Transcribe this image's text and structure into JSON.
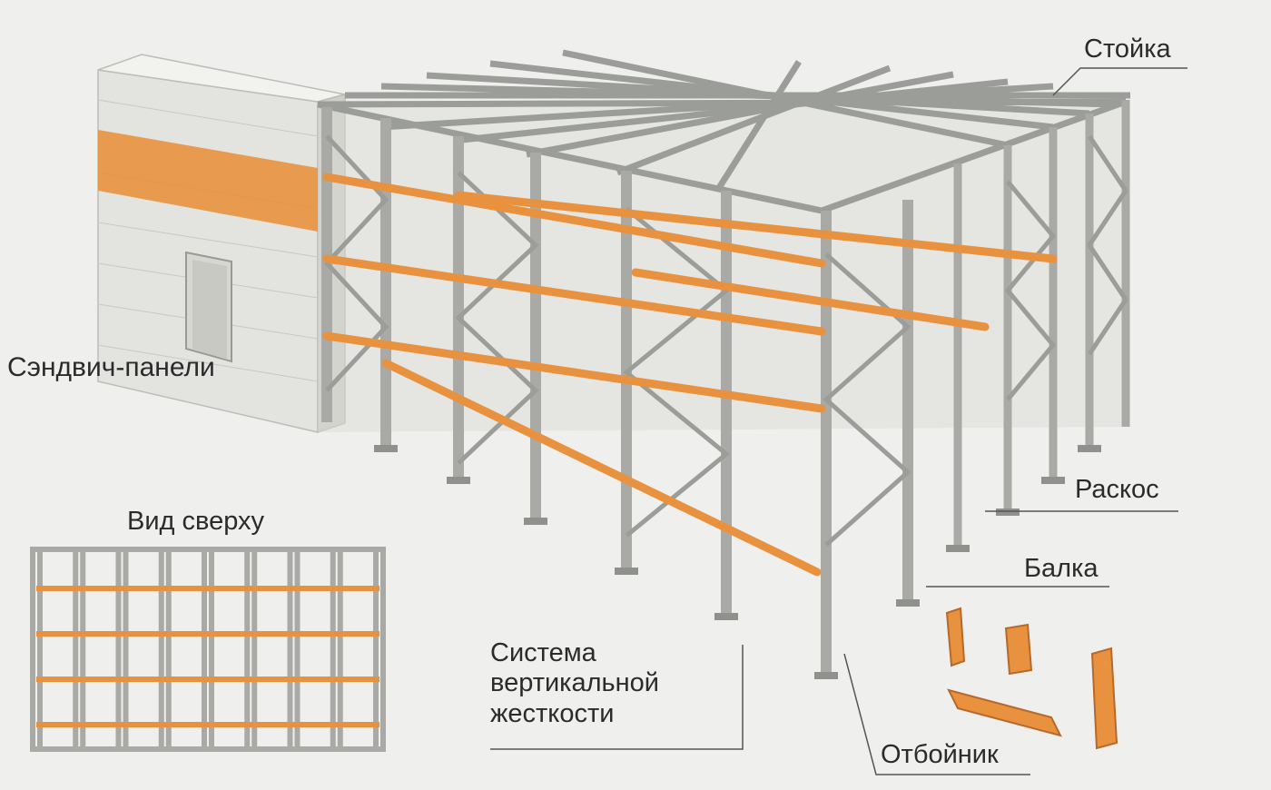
{
  "labels": {
    "stoika": "Стойка",
    "sandwich": "Сэндвич-панели",
    "raskos": "Раскос",
    "balka": "Балка",
    "system_line1": "Система",
    "system_line2": "вертикальной",
    "system_line3": "жесткости",
    "otboinik": "Отбойник",
    "top_view": "Вид сверху"
  },
  "colors": {
    "background": "#efefed",
    "steel": "#a9aaa6",
    "steel_dark": "#7f817d",
    "beam": "#e8923f",
    "panel": "#e4e4e0",
    "text": "#2b2b2b"
  },
  "top_view": {
    "uprights": 9,
    "beams": 4
  }
}
